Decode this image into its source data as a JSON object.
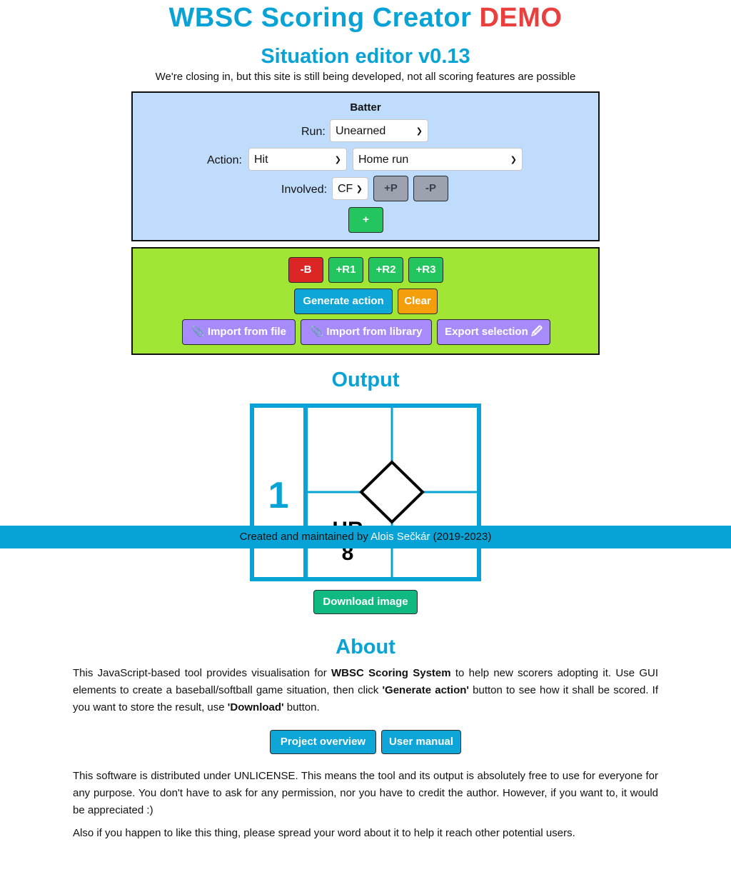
{
  "header": {
    "title": "WBSC Scoring Creator",
    "demo": "DEMO",
    "subtitle": "Situation editor v0.13",
    "notice": "We're closing in, but this site is still being developed, not all scoring features are possible"
  },
  "editor": {
    "section_label": "Batter",
    "run_label": "Run:",
    "run_value": "Unearned",
    "action_label": "Action:",
    "action_value": "Hit",
    "action_detail_value": "Home run",
    "involved_label": "Involved:",
    "involved_value": "CF",
    "add_player_label": "+P",
    "remove_player_label": "-P",
    "add_action_label": "+"
  },
  "controls": {
    "remove_batter_label": "-B",
    "add_r1_label": "+R1",
    "add_r2_label": "+R2",
    "add_r3_label": "+R3",
    "generate_label": "Generate action",
    "clear_label": "Clear",
    "import_file_label": "📎 Import from file",
    "import_library_label": "📎 Import from library",
    "export_label": "Export selection 🖉"
  },
  "output": {
    "heading": "Output",
    "batter_number": "1",
    "hit_code": "HR",
    "fielder": "8",
    "download_label": "Download image"
  },
  "footer": {
    "prefix": "Created and maintained by ",
    "author": "Alois Sečkár",
    "years": " (2019-2023)"
  },
  "about": {
    "heading": "About",
    "p1_a": "This JavaScript-based tool provides visualisation for ",
    "p1_b": "WBSC Scoring System",
    "p1_c": " to help new scorers adopting it. Use GUI elements to create a baseball/softball game situation, then click ",
    "p1_d": "'Generate action'",
    "p1_e": " button to see how it shall be scored. If you want to store the result, use ",
    "p1_f": "'Download'",
    "p1_g": " button.",
    "project_overview_label": "Project overview",
    "user_manual_label": "User manual",
    "p2": "This software is distributed under UNLICENSE. This means the tool and its output is absolutely free to use for everyone for any purpose. You don't have to ask for any permission, nor you have to credit the author. However, if you want to, it would be appreciated :)",
    "p3": "Also if you happen to like this thing, please spread your word about it to help it reach other potential users."
  },
  "colors": {
    "accent": "#08a3d6",
    "demo": "#e8403f",
    "editor_bg": "#bfdcfc",
    "controls_bg": "#a2e635"
  }
}
